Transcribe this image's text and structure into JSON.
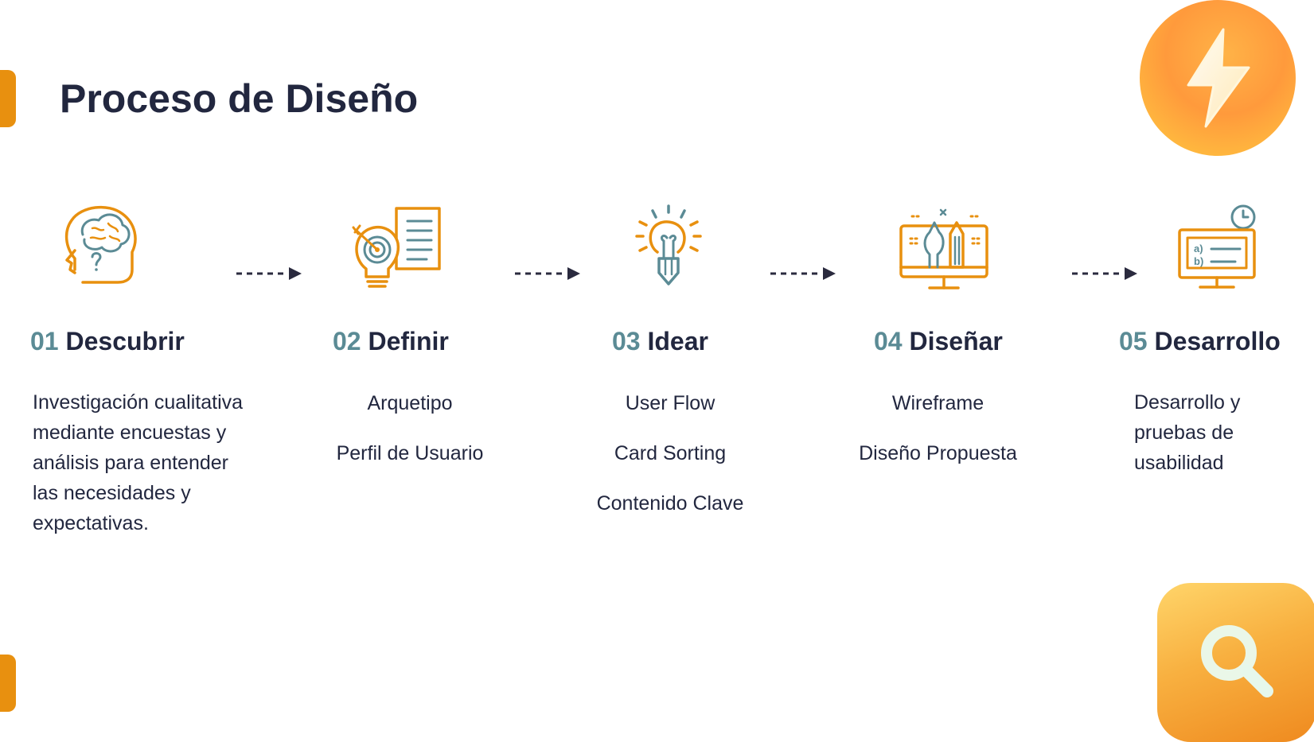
{
  "title": "Proceso de Diseño",
  "colors": {
    "accent": "#e8900f",
    "teal": "#5b8b95",
    "navy": "#22273f"
  },
  "icons": [
    "brain-head-icon",
    "target-lightbulb-icon",
    "idea-bulb-icon",
    "design-monitor-icon",
    "quiz-monitor-icon",
    "bolt-icon",
    "search-icon"
  ],
  "steps": [
    {
      "num": "01",
      "name": "Descubrir",
      "text": "Investigación cualitativa mediante encuestas y análisis para entender las necesidades y expectativas."
    },
    {
      "num": "02",
      "name": "Definir",
      "items": [
        "Arquetipo",
        "Perfil de Usuario"
      ]
    },
    {
      "num": "03",
      "name": "Idear",
      "items": [
        "User Flow",
        "Card Sorting",
        "Contenido Clave"
      ]
    },
    {
      "num": "04",
      "name": "Diseñar",
      "items": [
        "Wireframe",
        "Diseño Propuesta"
      ]
    },
    {
      "num": "05",
      "name": "Desarrollo",
      "text": "Desarrollo y pruebas de usabilidad"
    }
  ]
}
